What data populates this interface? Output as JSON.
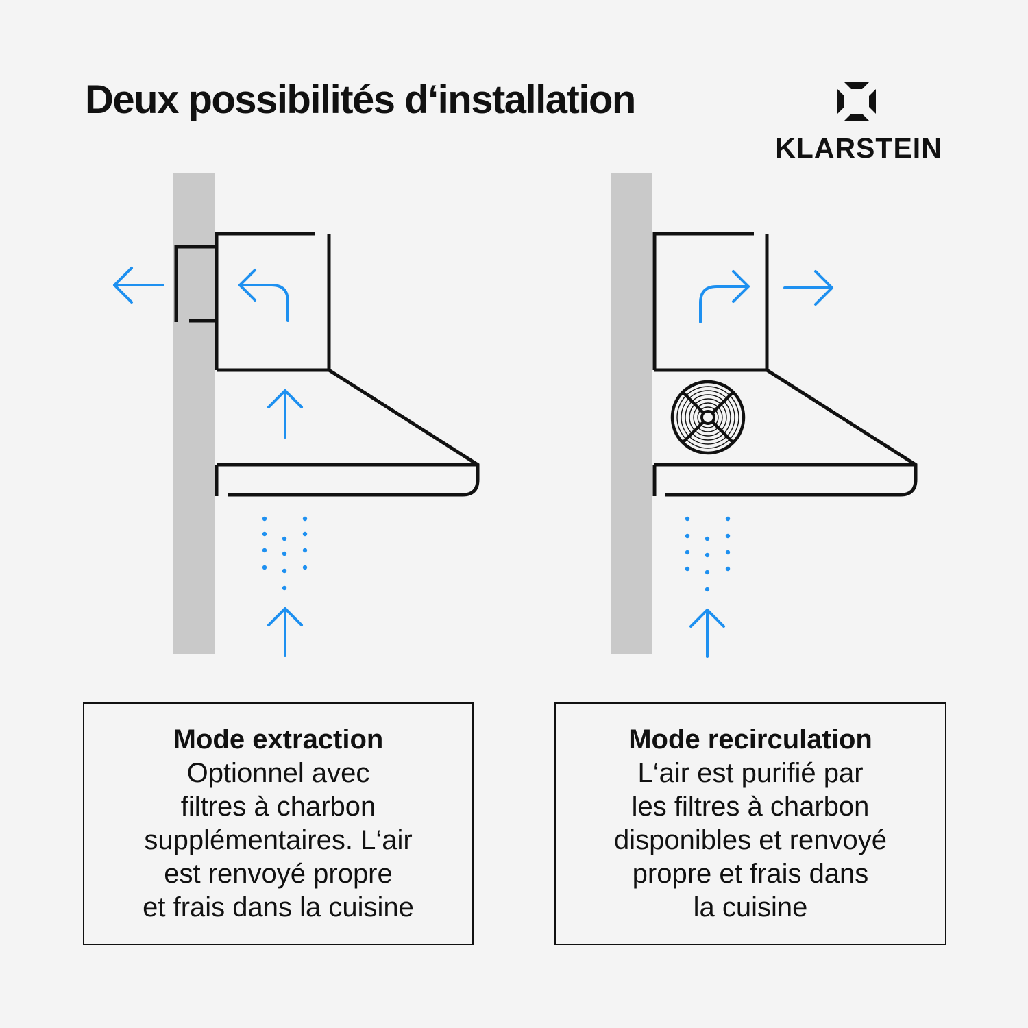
{
  "title": "Deux possibilités d‘installation",
  "brand": {
    "name": "KLARSTEIN",
    "icon": "klarstein-logo-icon"
  },
  "colors": {
    "arrow": "#1e90f0",
    "wall": "#c9c9c9",
    "line": "#111111",
    "background": "#f4f4f4"
  },
  "modes": [
    {
      "title": "Mode extraction",
      "lines": [
        "Optionnel avec",
        "filtres à charbon",
        "supplémentaires. L‘air",
        "est renvoyé propre",
        "et frais dans la cuisine"
      ]
    },
    {
      "title": "Mode recirculation",
      "lines": [
        "L‘air est purifié par",
        "les filtres à charbon",
        "disponibles et renvoyé",
        "propre et frais dans",
        "la cuisine"
      ]
    }
  ]
}
